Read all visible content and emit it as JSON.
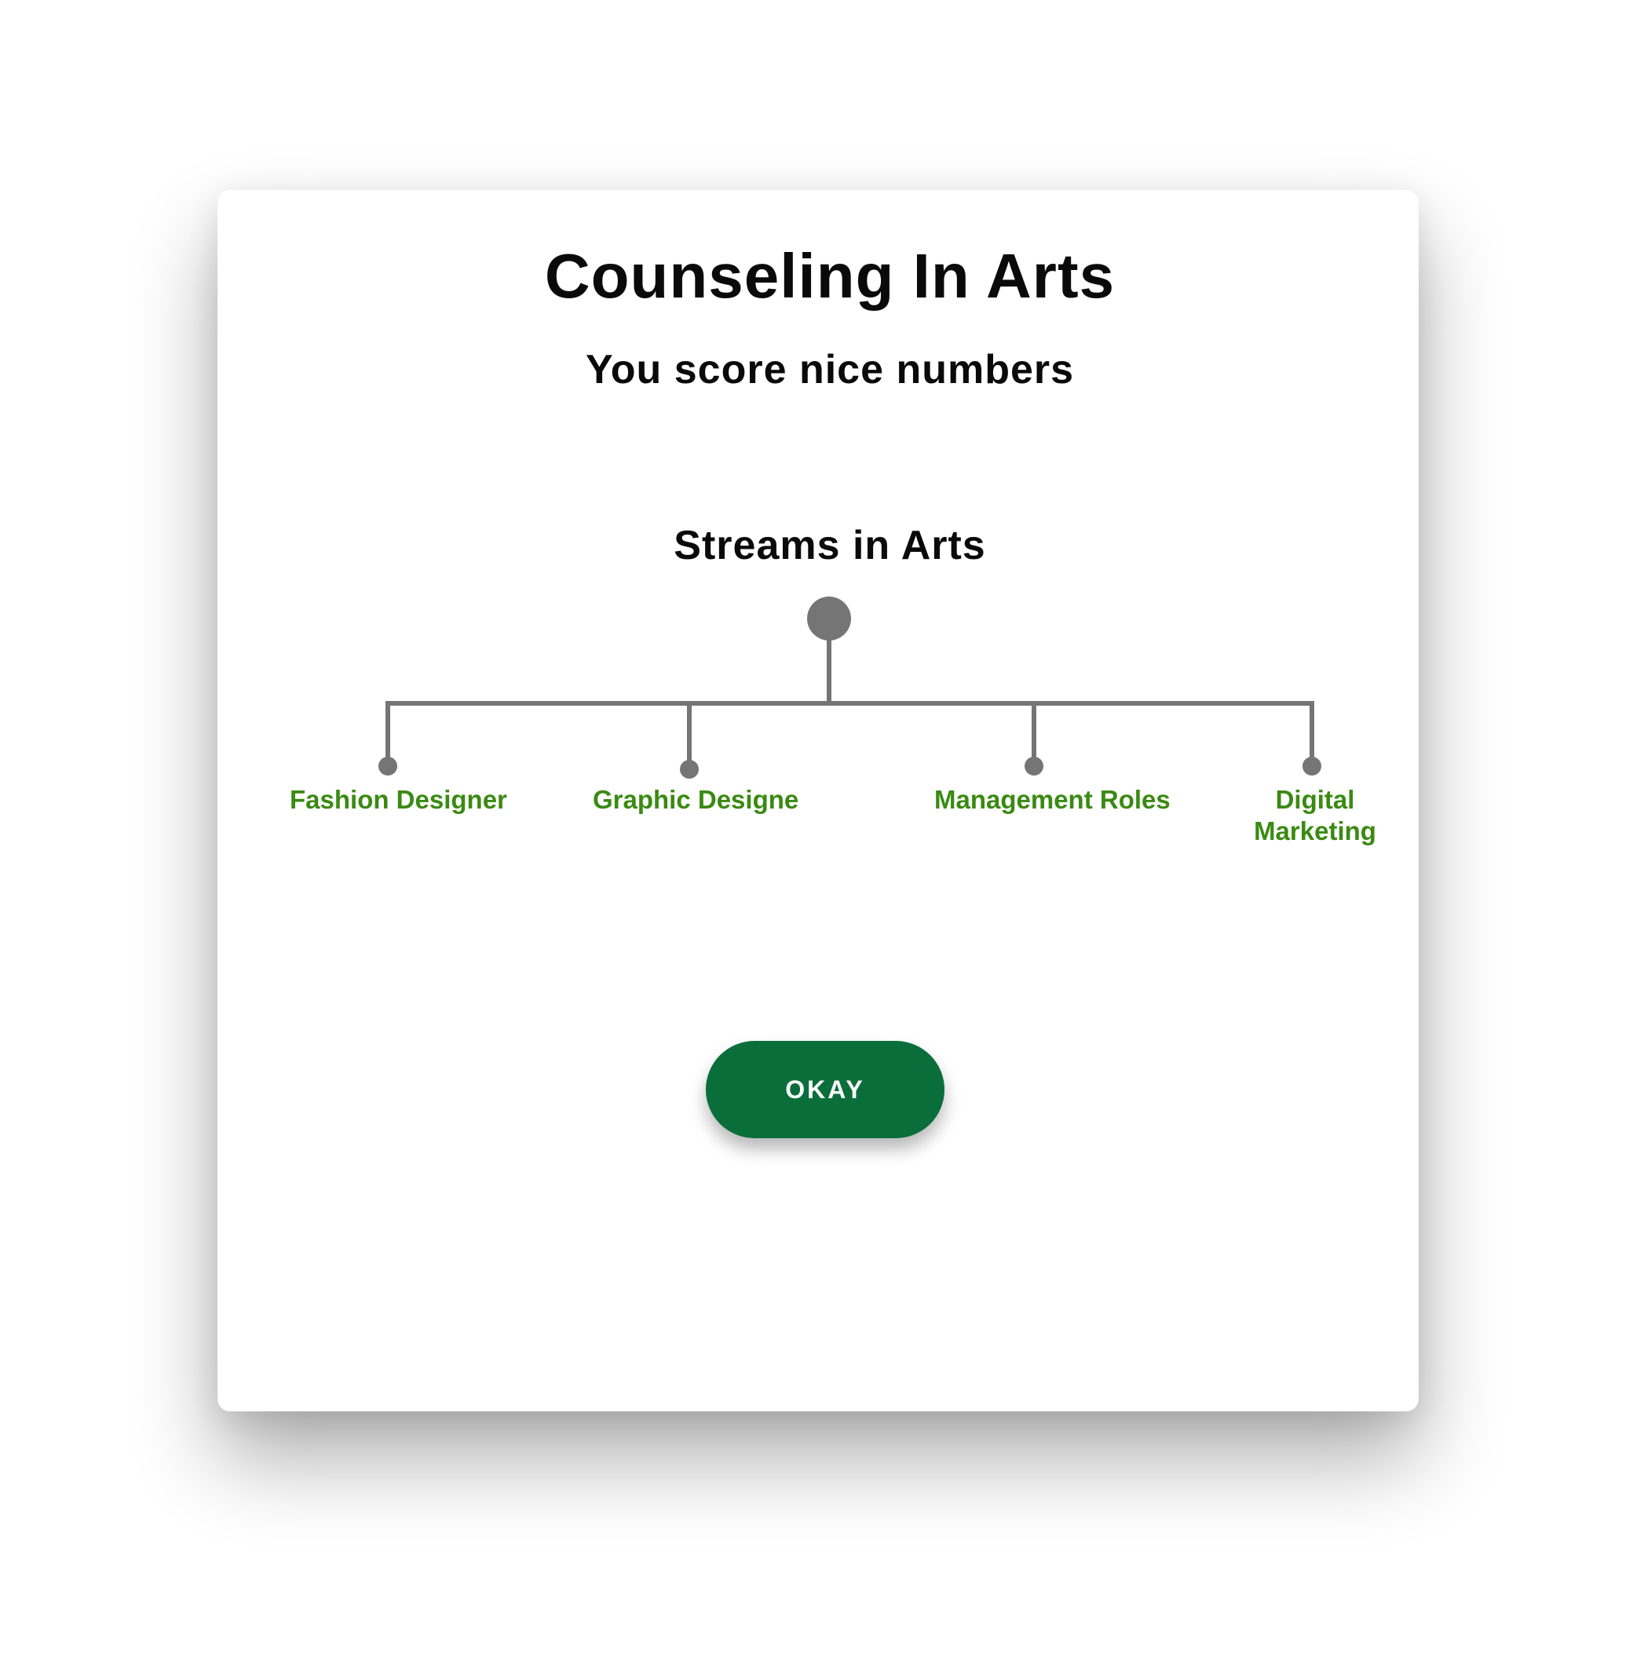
{
  "dialog": {
    "title": "Counseling In Arts",
    "subtitle": "You score nice numbers",
    "tree": {
      "title": "Streams in Arts",
      "branches": [
        {
          "label": "Fashion Designer"
        },
        {
          "label": "Graphic Designe"
        },
        {
          "label": "Management Roles"
        },
        {
          "label": "Digital\nMarketing"
        }
      ]
    },
    "button_label": "OKAY"
  },
  "colors": {
    "title_text": "#0a0a0a",
    "branch_text": "#3a8a12",
    "tree_lines": "#757575",
    "button_bg": "#0a6e3b",
    "button_text": "#ffffff"
  }
}
